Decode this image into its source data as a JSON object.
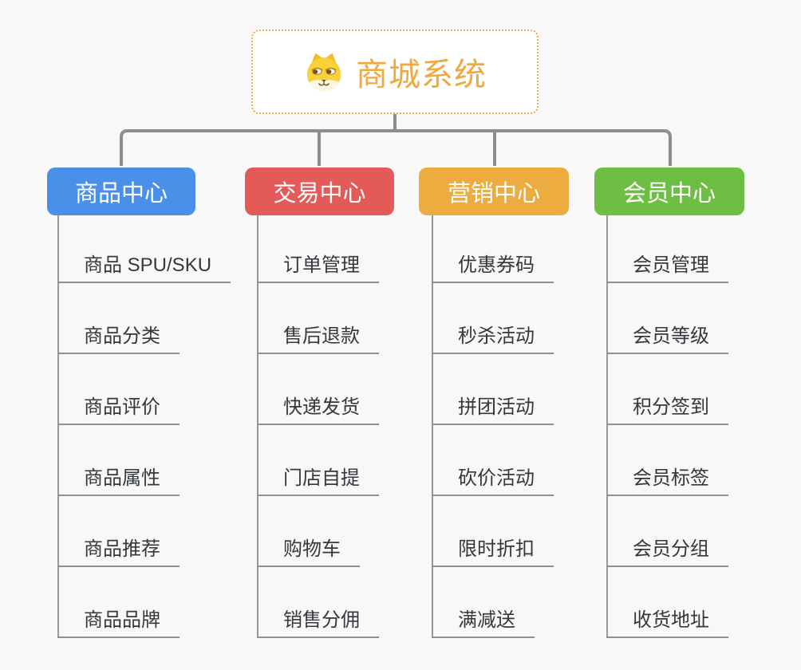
{
  "page": {
    "background_color": "#F8F8F8"
  },
  "root": {
    "title": "商城系统",
    "icon": "doge-icon",
    "accent_color": "#F1A83E",
    "border_color": "#F2A74B"
  },
  "connector_color": "#8D8D8D",
  "line_color": "#8F8F8F",
  "item_text_color": "#34383C",
  "branches": [
    {
      "label": "商品中心",
      "color": "#4B90E8",
      "items": [
        "商品 SPU/SKU",
        "商品分类",
        "商品评价",
        "商品属性",
        "商品推荐",
        "商品品牌"
      ]
    },
    {
      "label": "交易中心",
      "color": "#E45A59",
      "items": [
        "订单管理",
        "售后退款",
        "快递发货",
        "门店自提",
        "购物车",
        "销售分佣"
      ]
    },
    {
      "label": "营销中心",
      "color": "#EDAC3F",
      "items": [
        "优惠券码",
        "秒杀活动",
        "拼团活动",
        "砍价活动",
        "限时折扣",
        "满减送"
      ]
    },
    {
      "label": "会员中心",
      "color": "#6FBE44",
      "items": [
        "会员管理",
        "会员等级",
        "积分签到",
        "会员标签",
        "会员分组",
        "收货地址"
      ]
    }
  ]
}
